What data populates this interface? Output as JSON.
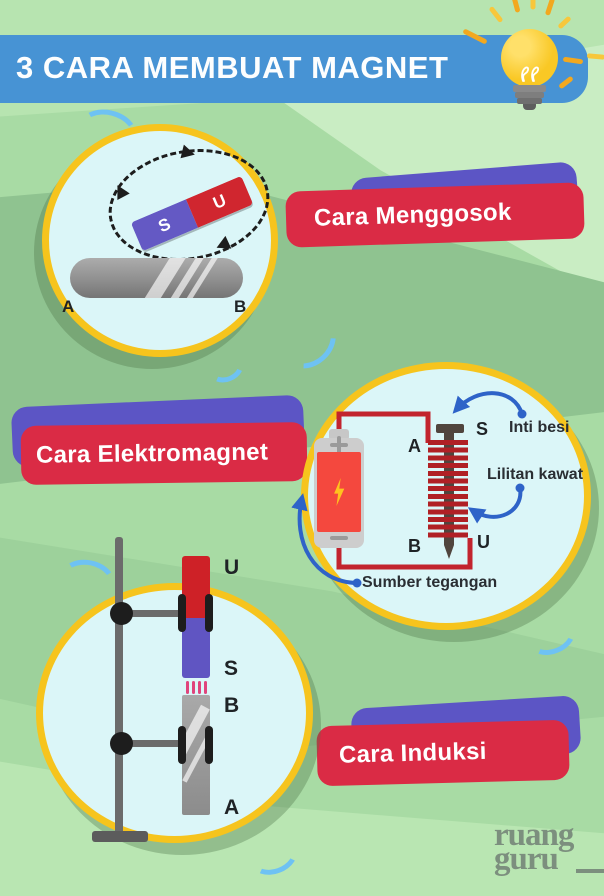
{
  "title": "3 CARA MEMBUAT MAGNET",
  "banners": {
    "menggosok": "Cara Menggosok",
    "elektromagnet": "Cara Elektromagnet",
    "induksi": "Cara Induksi"
  },
  "rubbing_diagram": {
    "magnet_pole_s": "S",
    "magnet_pole_u": "U",
    "bar_end_a": "A",
    "bar_end_b": "B"
  },
  "electromagnet_diagram": {
    "point_a": "A",
    "point_b": "B",
    "pole_s": "S",
    "pole_u": "U",
    "label_core": "Inti besi",
    "label_coil": "Lilitan kawat",
    "label_source": "Sumber tegangan"
  },
  "induction_diagram": {
    "magnet_pole_u": "U",
    "magnet_pole_s": "S",
    "bar_end_b": "B",
    "bar_end_a": "A"
  },
  "logo": {
    "line1": "ruang",
    "line2": "guru"
  },
  "icons": {
    "lightbulb": "lightbulb-icon",
    "curved_arrow": "curved-arrow-icon",
    "decor_arc": "arc-decoration"
  },
  "colors": {
    "title_bar_blue": "#4793D4",
    "banner_red": "#DA2B45",
    "banner_purple": "#5C55C5",
    "circle_fill": "#DBF6F8",
    "circle_border": "#F6C41D",
    "magnet_red": "#D0262F",
    "magnet_blue": "#6459C4",
    "wire_red": "#C2242E",
    "annotation_arrow_blue": "#2E63C8",
    "background_green": "#A8DBA4",
    "bulb_yellow": "#F9C825",
    "logo_green_gray": "#7C8F7E"
  }
}
